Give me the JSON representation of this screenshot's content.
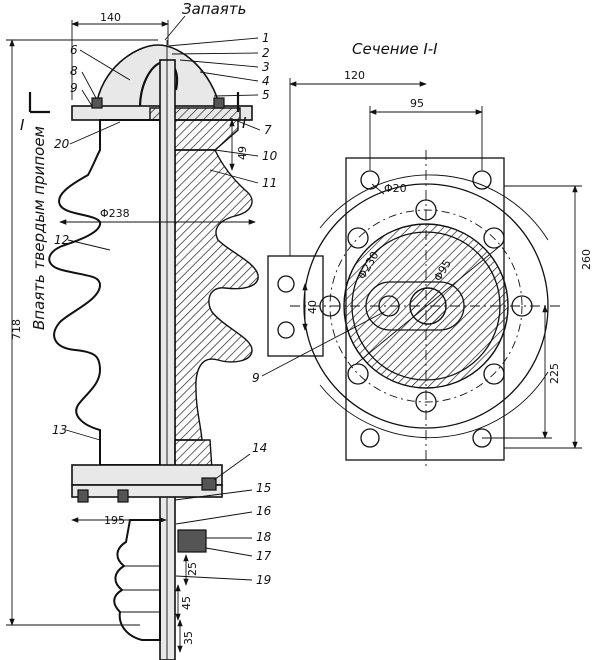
{
  "labels": {
    "solder": "Запаять",
    "solder_hard": "Впаять твердым припоем",
    "section_title": "Сечение I-I",
    "section_mark_left": "I",
    "section_mark_right": "I",
    "parts": [
      "1",
      "2",
      "3",
      "4",
      "5",
      "6",
      "7",
      "8",
      "9",
      "10",
      "11",
      "12",
      "13",
      "14",
      "15",
      "16",
      "17",
      "18",
      "19",
      "20"
    ],
    "part_9_section": "9"
  },
  "dimensions": {
    "top_width": "140",
    "height_total": "718",
    "shed_dia": "Φ238",
    "flange_95": "95",
    "dim_49": "49",
    "dim_195": "195",
    "dim_25": "25",
    "dim_45": "45",
    "dim_35": "35",
    "sec_120": "120",
    "sec_95": "95",
    "sec_phi20": "Φ20",
    "sec_phi230": "Φ230",
    "sec_phi95": "Φ95",
    "sec_40": "40",
    "sec_225": "225",
    "sec_260": "260"
  }
}
